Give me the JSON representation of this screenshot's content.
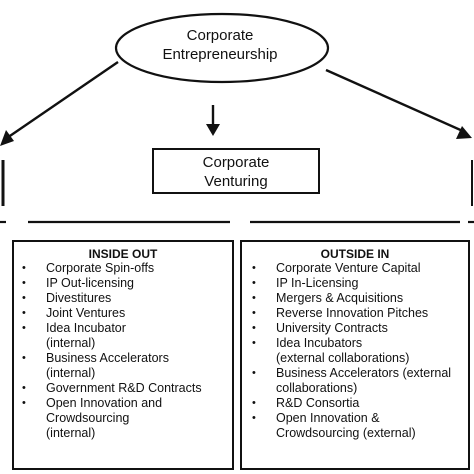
{
  "top_node": {
    "line1": "Corporate",
    "line2": "Entrepreneurship"
  },
  "center_node": {
    "line1": "Corporate",
    "line2": "Venturing"
  },
  "inside_out": {
    "heading": "INSIDE OUT",
    "items": [
      [
        "Corporate Spin-offs"
      ],
      [
        "IP Out-licensing"
      ],
      [
        "Divestitures"
      ],
      [
        "Joint Ventures"
      ],
      [
        "Idea Incubator",
        "(internal)"
      ],
      [
        "Business Accelerators",
        "(internal)"
      ],
      [
        "Government R&D Contracts"
      ],
      [
        "Open Innovation and",
        "Crowdsourcing",
        "(internal)"
      ]
    ]
  },
  "outside_in": {
    "heading": "OUTSIDE IN",
    "items": [
      [
        "Corporate Venture Capital"
      ],
      [
        "IP In-Licensing"
      ],
      [
        "Mergers & Acquisitions"
      ],
      [
        "Reverse Innovation Pitches"
      ],
      [
        "University Contracts"
      ],
      [
        "Idea Incubators",
        "(external collaborations)"
      ],
      [
        "Business Accelerators (external",
        "collaborations)"
      ],
      [
        "R&D Consortia"
      ],
      [
        "Open Innovation &",
        "Crowdsourcing (external)"
      ]
    ]
  }
}
